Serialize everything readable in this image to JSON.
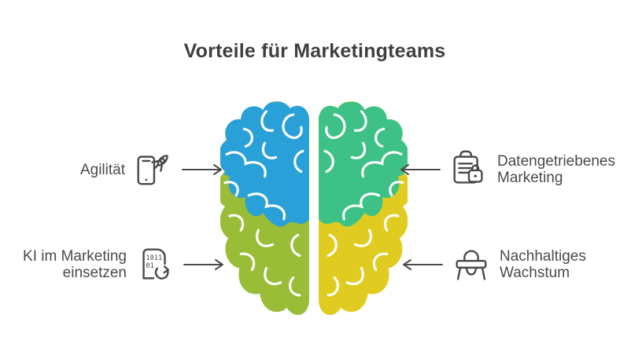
{
  "title": "Vorteile für Marketingteams",
  "colors": {
    "background": "#FFFFFF",
    "title_text": "#3F3F3F",
    "label_text": "#4A4A4A",
    "line_and_icon": "#4A4A4A",
    "brain_top_left": "#2AA0D8",
    "brain_top_right": "#3EC186",
    "brain_bottom_left": "#99BD37",
    "brain_bottom_right": "#E0CC21",
    "gyri_lines": "#FFFFFF"
  },
  "callouts": {
    "left_top": {
      "lines": [
        "Agilität"
      ],
      "icon": "smartphone-rocket-icon",
      "arrow_direction": "right"
    },
    "left_bottom": {
      "lines": [
        "KI im Marketing",
        "einsetzen"
      ],
      "icon": "ai-document-refresh-icon",
      "arrow_direction": "right"
    },
    "right_top": {
      "lines": [
        "Datengetriebenes",
        "Marketing"
      ],
      "icon": "clipboard-lock-icon",
      "arrow_direction": "left"
    },
    "right_bottom": {
      "lines": [
        "Nachhaltiges",
        "Wachstum"
      ],
      "icon": "desk-icon",
      "arrow_direction": "left"
    }
  },
  "icon_texts": {
    "binary_line1": "1011",
    "binary_line2": "01"
  }
}
